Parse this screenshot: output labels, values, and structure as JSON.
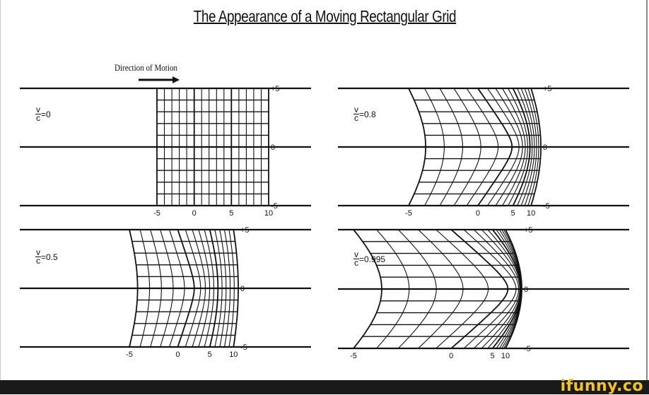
{
  "title": "The Appearance of a Moving Rectangular Grid",
  "direction_label": "Direction of Motion",
  "watermark": "ifunny.co",
  "fraction": {
    "numerator": "v",
    "denominator": "c"
  },
  "y_axis_labels": {
    "top": "+5",
    "middle": "0",
    "bottom": "-5"
  },
  "x_tick_labels": [
    "-5",
    "0",
    "5",
    "10"
  ],
  "panels": [
    {
      "beta": 0,
      "label": "=0"
    },
    {
      "beta": 0.8,
      "label": "=0.8"
    },
    {
      "beta": 0.5,
      "label": "=0.5"
    },
    {
      "beta": 0.995,
      "label": "=0.995"
    }
  ],
  "grid": {
    "x_range": [
      -5,
      10
    ],
    "y_range": [
      -5,
      5
    ],
    "step": 1
  }
}
